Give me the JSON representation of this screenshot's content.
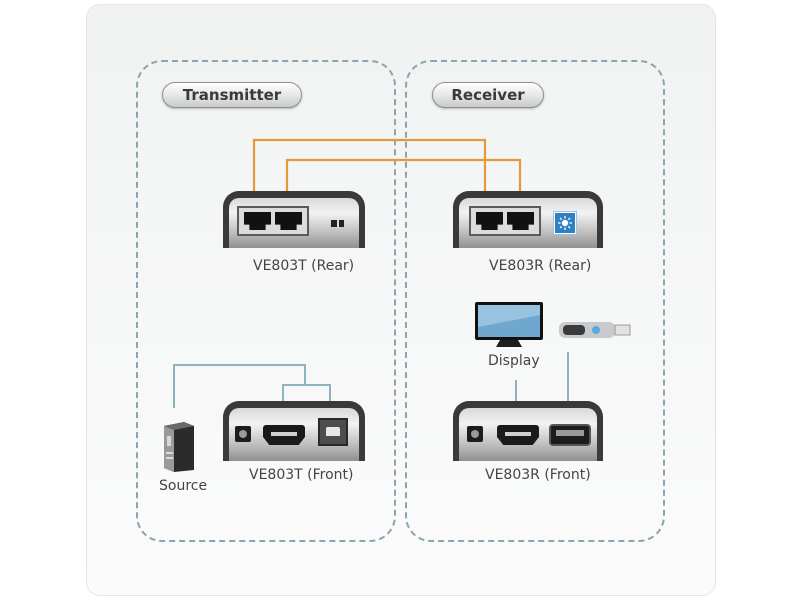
{
  "panels": {
    "transmitter": {
      "title": "Transmitter"
    },
    "receiver": {
      "title": "Receiver"
    }
  },
  "devices": {
    "tx_rear": {
      "label": "VE803T (Rear)",
      "ports": [
        "rj45-port",
        "rj45-port",
        "switch"
      ]
    },
    "rx_rear": {
      "label": "VE803R (Rear)",
      "ports": [
        "rj45-port",
        "rj45-port",
        "sun-badge"
      ]
    },
    "tx_front": {
      "label": "VE803T (Front)",
      "ports": [
        "dc-power",
        "hdmi",
        "usb-b"
      ]
    },
    "rx_front": {
      "label": "VE803R (Front)",
      "ports": [
        "dc-power",
        "hdmi",
        "usb-a"
      ]
    }
  },
  "peripherals": {
    "source": {
      "label": "Source",
      "icon": "pc-tower-icon"
    },
    "display": {
      "label": "Display",
      "icon": "monitor-icon"
    },
    "usb_stick": {
      "label": "",
      "icon": "usb-flash-drive-icon"
    }
  },
  "colors": {
    "cat_cable": "#e59a3a",
    "local_cable": "#8fb3be",
    "panel_border": "#8aa4b2",
    "badge_blue": "#2f7fc4"
  }
}
